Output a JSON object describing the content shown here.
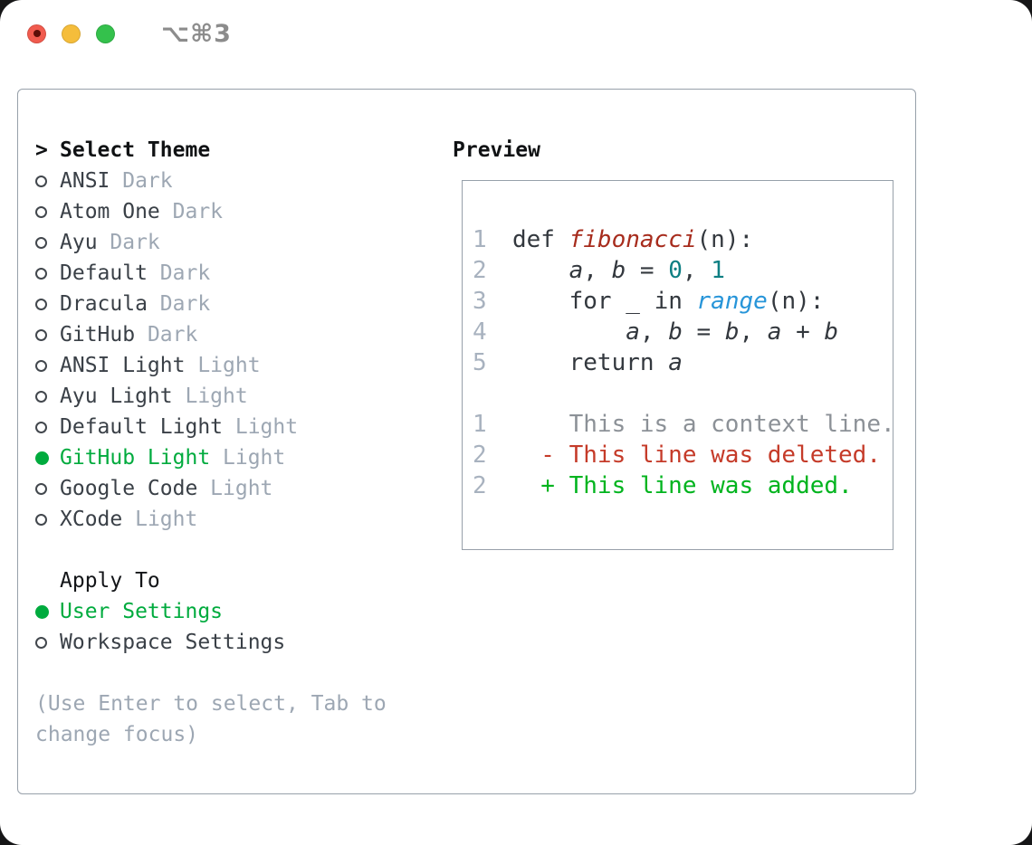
{
  "window": {
    "title": "⌥⌘3"
  },
  "theme_picker": {
    "focus_indicator": ">",
    "title": "Select Theme",
    "items": [
      {
        "label": "ANSI",
        "variant": "Dark",
        "selected": false
      },
      {
        "label": "Atom One",
        "variant": "Dark",
        "selected": false
      },
      {
        "label": "Ayu",
        "variant": "Dark",
        "selected": false
      },
      {
        "label": "Default",
        "variant": "Dark",
        "selected": false
      },
      {
        "label": "Dracula",
        "variant": "Dark",
        "selected": false
      },
      {
        "label": "GitHub",
        "variant": "Dark",
        "selected": false
      },
      {
        "label": "ANSI Light",
        "variant": "Light",
        "selected": false
      },
      {
        "label": "Ayu Light",
        "variant": "Light",
        "selected": false
      },
      {
        "label": "Default Light",
        "variant": "Light",
        "selected": false
      },
      {
        "label": "GitHub Light",
        "variant": "Light",
        "selected": true
      },
      {
        "label": "Google Code",
        "variant": "Light",
        "selected": false
      },
      {
        "label": "XCode",
        "variant": "Light",
        "selected": false
      }
    ]
  },
  "apply_to": {
    "title": "Apply To",
    "options": [
      {
        "label": "User Settings",
        "selected": true
      },
      {
        "label": "Workspace Settings",
        "selected": false
      }
    ]
  },
  "hint": "(Use Enter to select, Tab to change focus)",
  "preview": {
    "title": "Preview",
    "code_lines": [
      {
        "num": "1",
        "segments": [
          {
            "t": "def ",
            "c": "kw"
          },
          {
            "t": "fibonacci",
            "c": "fn"
          },
          {
            "t": "(n):",
            "c": "pln"
          }
        ]
      },
      {
        "num": "2",
        "segments": [
          {
            "t": "    ",
            "c": "pln"
          },
          {
            "t": "a",
            "c": "var"
          },
          {
            "t": ", ",
            "c": "pln"
          },
          {
            "t": "b",
            "c": "var"
          },
          {
            "t": " = ",
            "c": "pln"
          },
          {
            "t": "0",
            "c": "num"
          },
          {
            "t": ", ",
            "c": "pln"
          },
          {
            "t": "1",
            "c": "num"
          }
        ]
      },
      {
        "num": "3",
        "segments": [
          {
            "t": "    ",
            "c": "pln"
          },
          {
            "t": "for",
            "c": "kw"
          },
          {
            "t": " _ ",
            "c": "pln"
          },
          {
            "t": "in",
            "c": "kw"
          },
          {
            "t": " ",
            "c": "pln"
          },
          {
            "t": "range",
            "c": "bi"
          },
          {
            "t": "(n):",
            "c": "pln"
          }
        ]
      },
      {
        "num": "4",
        "segments": [
          {
            "t": "        ",
            "c": "pln"
          },
          {
            "t": "a",
            "c": "var"
          },
          {
            "t": ", ",
            "c": "pln"
          },
          {
            "t": "b",
            "c": "var"
          },
          {
            "t": " = ",
            "c": "pln"
          },
          {
            "t": "b",
            "c": "var"
          },
          {
            "t": ", ",
            "c": "pln"
          },
          {
            "t": "a",
            "c": "var"
          },
          {
            "t": " + ",
            "c": "pln"
          },
          {
            "t": "b",
            "c": "var"
          }
        ]
      },
      {
        "num": "5",
        "segments": [
          {
            "t": "    ",
            "c": "pln"
          },
          {
            "t": "return",
            "c": "kw"
          },
          {
            "t": " ",
            "c": "pln"
          },
          {
            "t": "a",
            "c": "var"
          }
        ]
      },
      {
        "num": "",
        "segments": []
      },
      {
        "num": "1",
        "segments": [
          {
            "t": "    This is a context line.",
            "c": "ctx"
          }
        ]
      },
      {
        "num": "2",
        "segments": [
          {
            "t": "  - This line was deleted.",
            "c": "del"
          }
        ]
      },
      {
        "num": "2",
        "segments": [
          {
            "t": "  + This line was added.",
            "c": "add"
          }
        ]
      }
    ]
  },
  "colors": {
    "accent-green": "#00ab3e",
    "diff-add": "#00b41e",
    "diff-del": "#c53b29",
    "fn-red": "#a72c1d",
    "num-teal": "#0e7f83",
    "builtin-blue": "#2795d9",
    "ctx-gray": "#8c9197",
    "line-num": "#a8b2bf",
    "muted": "#9da7b3",
    "ink": "#33383e",
    "border": "#97a0aa",
    "tl-red": "#f15b4e",
    "tl-yellow": "#f5bd3b",
    "tl-green": "#34c14c"
  }
}
